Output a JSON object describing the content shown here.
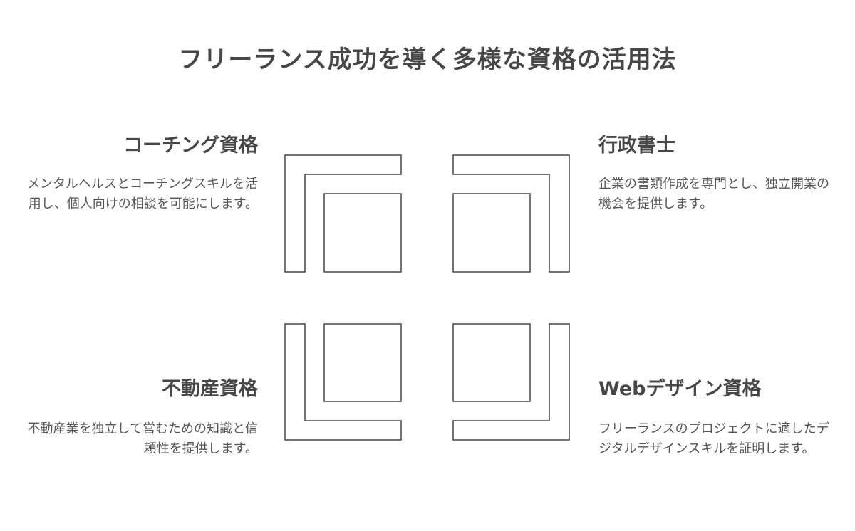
{
  "title": "フリーランス成功を導く多様な資格の活用法",
  "items": {
    "top_left": {
      "heading": "コーチング資格",
      "description": "メンタルヘルスとコーチングスキルを活用し、個人向けの相談を可能にします。"
    },
    "top_right": {
      "heading": "行政書士",
      "description": "企業の書類作成を専門とし、独立開業の機会を提供します。"
    },
    "bottom_left": {
      "heading": "不動産資格",
      "description": "不動産業を独立して営むための知識と信頼性を提供します。"
    },
    "bottom_right": {
      "heading": "Webデザイン資格",
      "description": "フリーランスのプロジェクトに適したデジタルデザインスキルを証明します。"
    }
  },
  "colors": {
    "text": "#474747",
    "stroke": "#474747",
    "background": "#ffffff"
  }
}
